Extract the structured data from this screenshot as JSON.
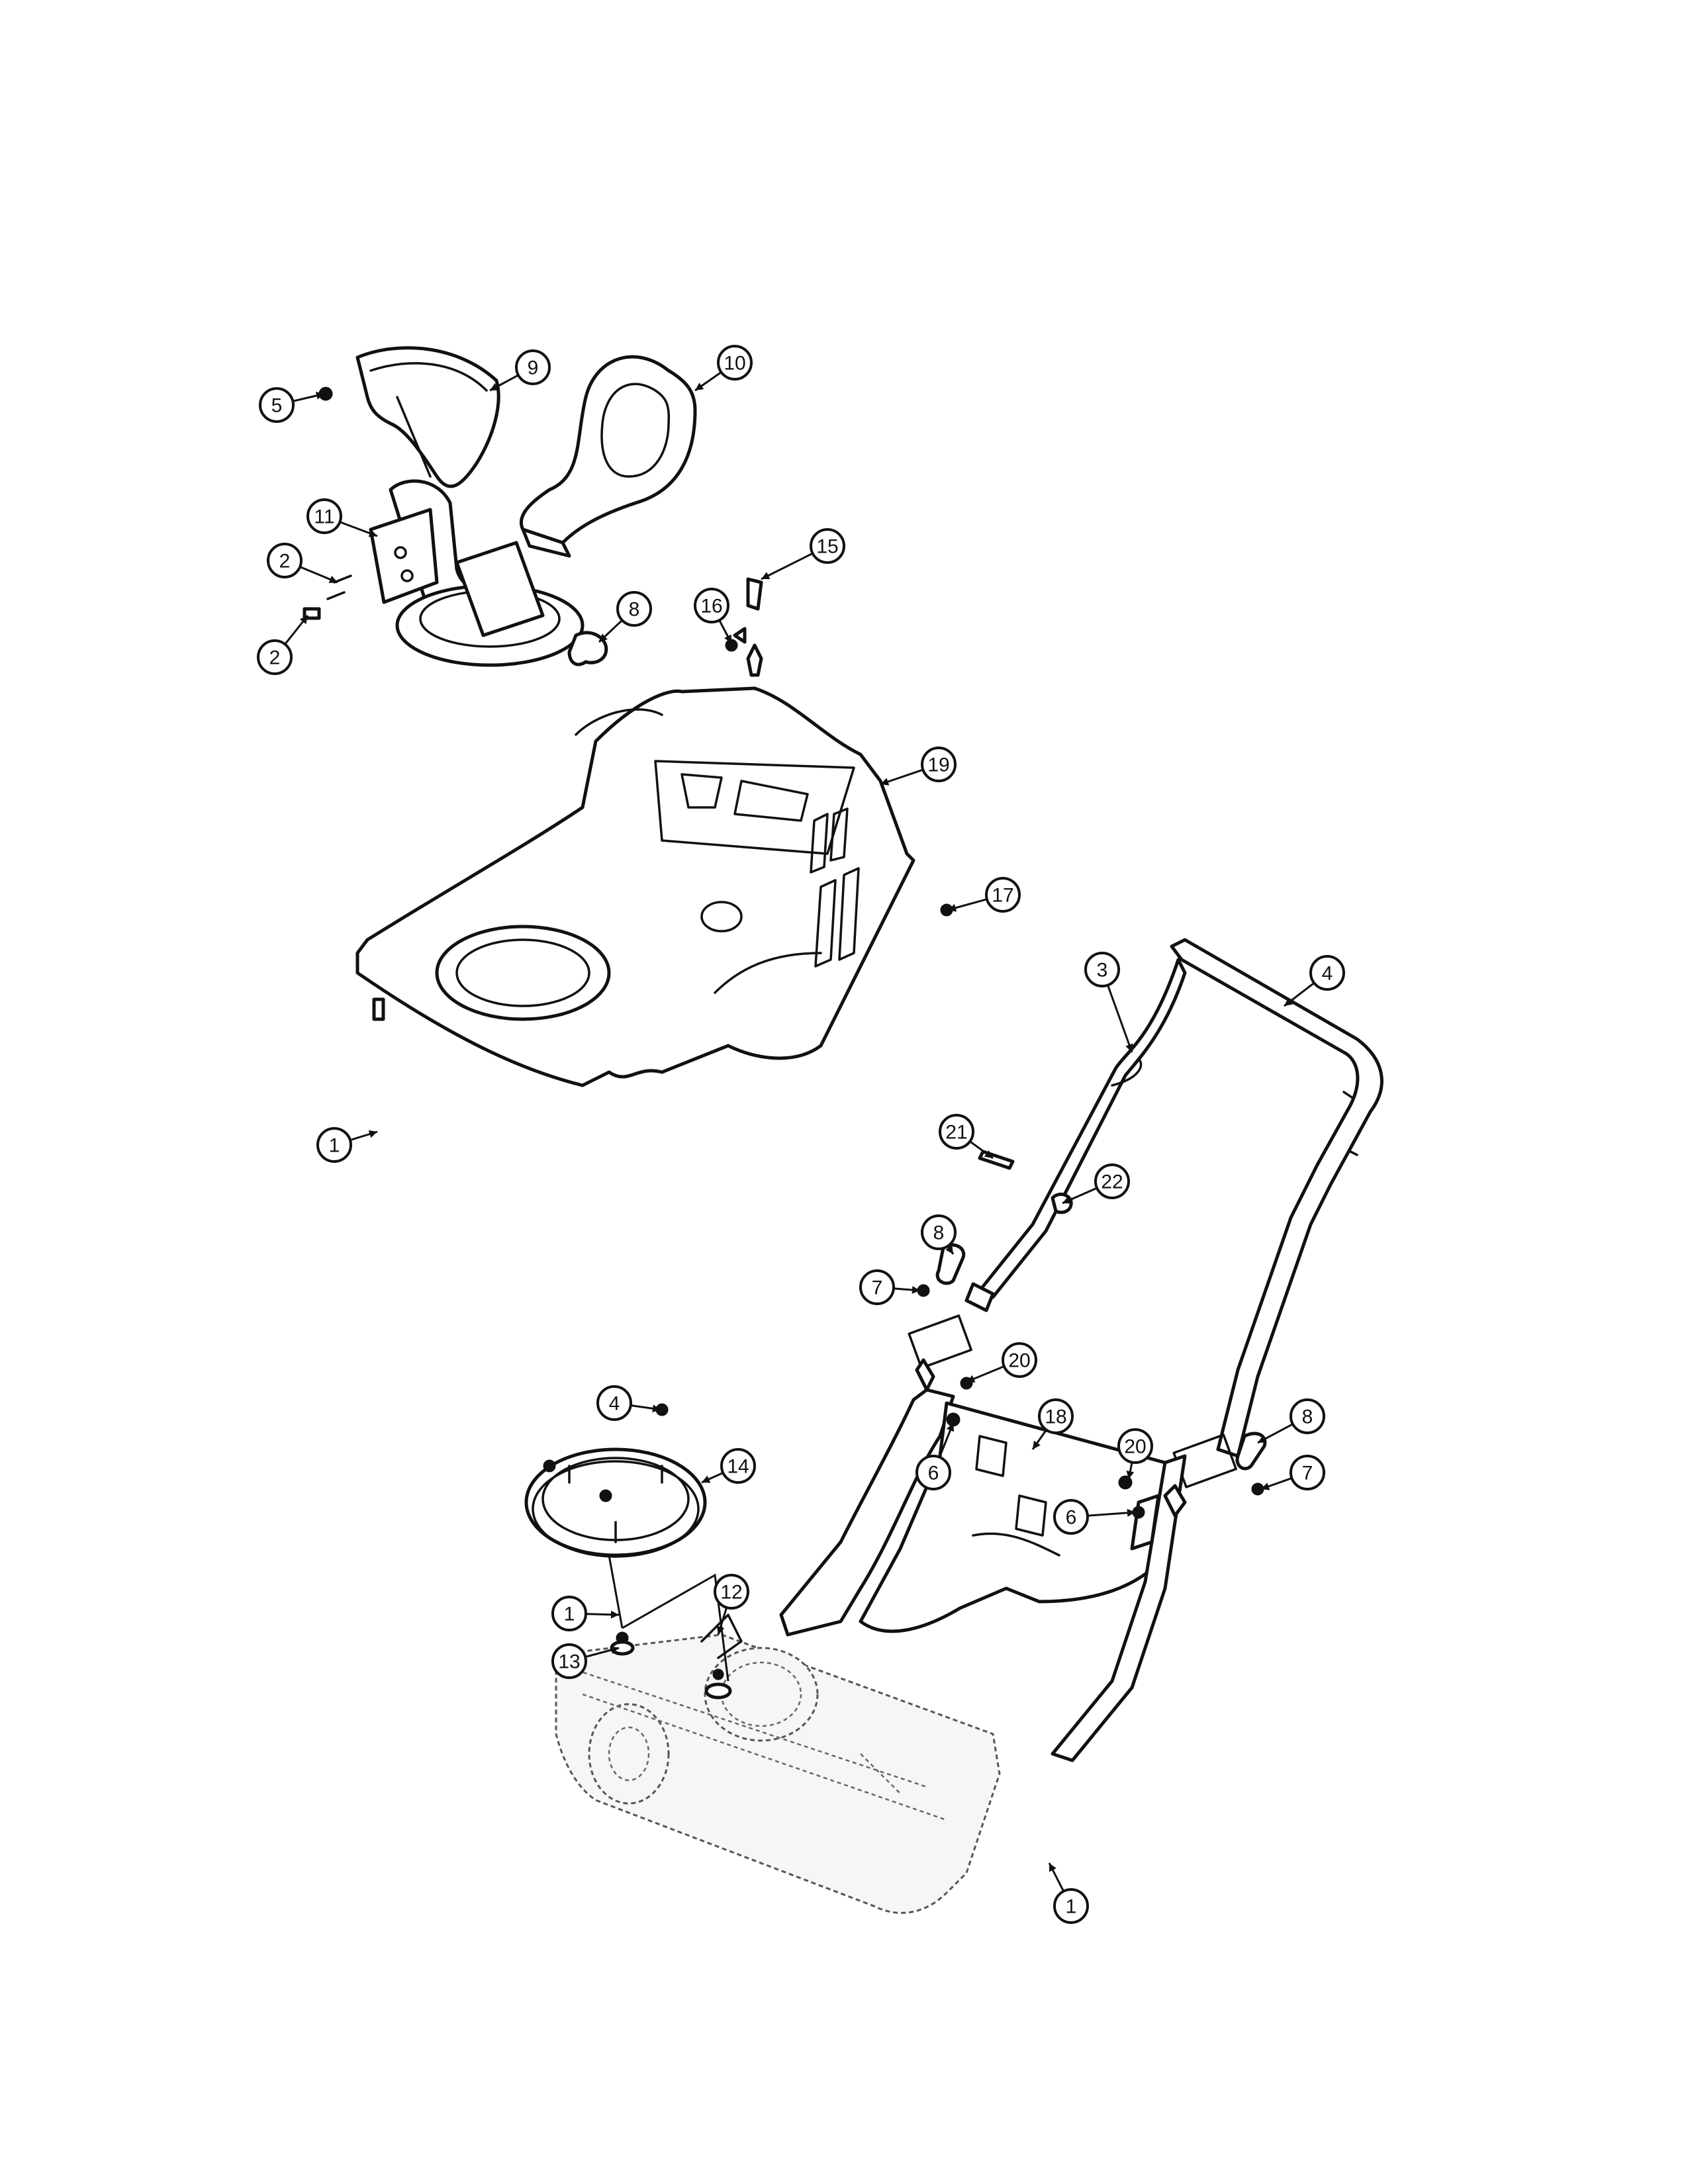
{
  "callouts": [
    {
      "id": "c-5",
      "label": "5"
    },
    {
      "id": "c-9",
      "label": "9"
    },
    {
      "id": "c-10",
      "label": "10"
    },
    {
      "id": "c-11",
      "label": "11"
    },
    {
      "id": "c-2a",
      "label": "2"
    },
    {
      "id": "c-2b",
      "label": "2"
    },
    {
      "id": "c-8a",
      "label": "8"
    },
    {
      "id": "c-15",
      "label": "15"
    },
    {
      "id": "c-16",
      "label": "16"
    },
    {
      "id": "c-19",
      "label": "19"
    },
    {
      "id": "c-17",
      "label": "17"
    },
    {
      "id": "c-1a",
      "label": "1"
    },
    {
      "id": "c-3",
      "label": "3"
    },
    {
      "id": "c-4a",
      "label": "4"
    },
    {
      "id": "c-21",
      "label": "21"
    },
    {
      "id": "c-22",
      "label": "22"
    },
    {
      "id": "c-8b",
      "label": "8"
    },
    {
      "id": "c-7a",
      "label": "7"
    },
    {
      "id": "c-20a",
      "label": "20"
    },
    {
      "id": "c-4b",
      "label": "4"
    },
    {
      "id": "c-18",
      "label": "18"
    },
    {
      "id": "c-14",
      "label": "14"
    },
    {
      "id": "c-20b",
      "label": "20"
    },
    {
      "id": "c-8c",
      "label": "8"
    },
    {
      "id": "c-6a",
      "label": "6"
    },
    {
      "id": "c-6b",
      "label": "6"
    },
    {
      "id": "c-7b",
      "label": "7"
    },
    {
      "id": "c-1b",
      "label": "1"
    },
    {
      "id": "c-12",
      "label": "12"
    },
    {
      "id": "c-13",
      "label": "13"
    },
    {
      "id": "c-1c",
      "label": "1"
    }
  ]
}
